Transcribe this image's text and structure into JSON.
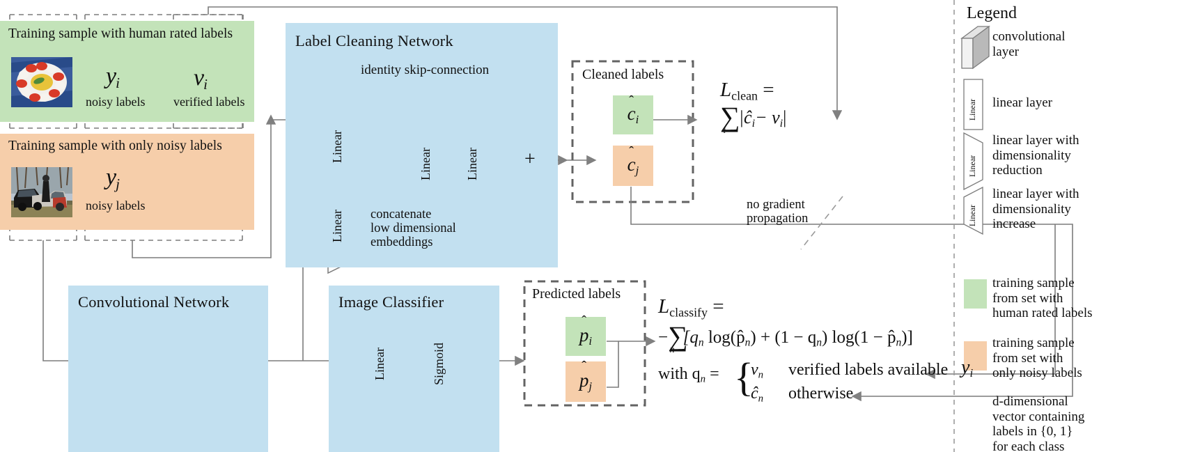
{
  "samples": {
    "human_rated": {
      "title": "Training sample with human rated labels",
      "noisy_symbol": "y",
      "noisy_sub": "i",
      "noisy_caption": "noisy labels",
      "verified_symbol": "v",
      "verified_sub": "i",
      "verified_caption": "verified labels"
    },
    "noisy_only": {
      "title": "Training sample with only noisy labels",
      "noisy_symbol": "y",
      "noisy_sub": "j",
      "noisy_caption": "noisy labels"
    }
  },
  "label_cleaning_network": {
    "title": "Label Cleaning Network",
    "skip_label": "identity skip-connection",
    "concat_note_line1": "concatenate",
    "concat_note_line2": "low dimensional",
    "concat_note_line3": "embeddings",
    "linear_top": "Linear",
    "linear_bottom": "Linear",
    "linear_mid": "Linear",
    "linear_expand": "Linear",
    "adder": "+"
  },
  "cleaned_labels": {
    "title": "Cleaned labels",
    "chip_i": "c",
    "chip_i_sub": "i",
    "chip_j": "c",
    "chip_j_sub": "j"
  },
  "loss_clean": {
    "name": "L",
    "name_sub": "clean",
    "equals": "=",
    "sum": "∑",
    "sum_sub": "i",
    "body": "|ĉ",
    "body_sub": "i",
    "minus": "− v",
    "body_sub2": "i",
    "close": "|"
  },
  "no_gradient": {
    "line1": "no gradient",
    "line2": "propagation"
  },
  "convolutional_network": {
    "title": "Convolutional Network"
  },
  "image_classifier": {
    "title": "Image Classifier",
    "linear": "Linear",
    "sigmoid": "Sigmoid"
  },
  "predicted_labels": {
    "title": "Predicted labels",
    "chip_i": "p",
    "chip_i_sub": "i",
    "chip_j": "p",
    "chip_j_sub": "j"
  },
  "loss_classify": {
    "name": "L",
    "name_sub": "classify",
    "equals": "=",
    "minus": "−",
    "sum": "∑",
    "sum_sub": "n",
    "body": "[q",
    "body_sub1": "n",
    "log1": "log(p̂",
    "body_sub2": "n",
    "mid": ") + (1 − q",
    "body_sub3": "n",
    "log2": ") log(1 − p̂",
    "body_sub4": "n",
    "close": ")]",
    "with": "with q",
    "with_sub": "n",
    "with_eq": "=",
    "case1_value": "v",
    "case1_sub": "n",
    "case1_cond": "verified labels available",
    "case2_value": "ĉ",
    "case2_sub": "n",
    "case2_cond": "otherwise"
  },
  "legend": {
    "title": "Legend",
    "items": [
      {
        "icon": "conv-layer-icon",
        "label": "convolutional\nlayer"
      },
      {
        "icon": "linear-layer-icon",
        "label": "linear layer",
        "inner": "Linear"
      },
      {
        "icon": "linear-reduce-icon",
        "label": "linear layer with\ndimensionality\nreduction",
        "inner": "Linear"
      },
      {
        "icon": "linear-increase-icon",
        "label": "linear layer with\ndimensionality\nincrease",
        "inner": "Linear"
      },
      {
        "icon": "green-swatch-icon",
        "label": "training sample\nfrom set with\nhuman rated labels"
      },
      {
        "icon": "orange-swatch-icon",
        "label": "training sample\nfrom set with\nonly noisy labels"
      },
      {
        "icon": "y-vector-symbol",
        "symbol": "y",
        "symbol_sub": "i",
        "label": "d-dimensional\nvector containing\nlabels in {0, 1}\nfor each class"
      }
    ]
  },
  "colors": {
    "green": "#c3e3b9",
    "orange": "#f6ceaa",
    "panel_blue": "#c2e0f0",
    "line_gray": "#7c7c7c",
    "dash_gray": "#6b6b6b"
  }
}
